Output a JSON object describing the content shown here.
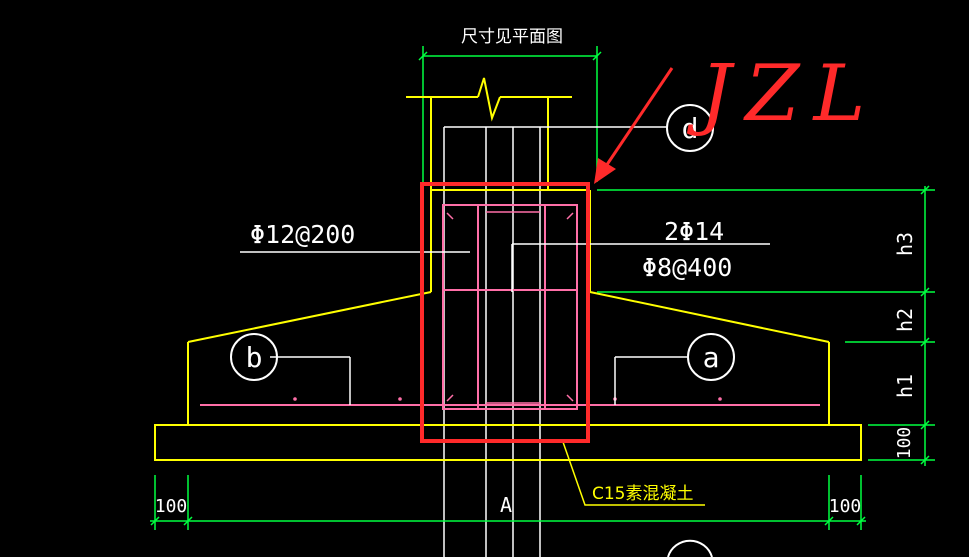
{
  "drawing": {
    "title": "尺寸见平面图",
    "handwritten_note": "JZL",
    "rebar_left": "Φ12@200",
    "rebar_right_top": "2Φ14",
    "rebar_right_bottom": "Φ8@400",
    "callouts": {
      "d": "d",
      "b": "b",
      "a": "a"
    },
    "dims_right": {
      "h3": "h3",
      "h2": "h2",
      "h1": "h1",
      "bottom": "100"
    },
    "dims_bottom": {
      "left": "100",
      "right": "100",
      "mid": "A"
    },
    "concrete_note": "C15素混凝土",
    "colors": {
      "background": "#000000",
      "outline": "#ffff00",
      "rebar": "#ff6fa8",
      "dimension": "#00ff40",
      "annotation": "#ff2a2a",
      "text": "#ffffff"
    }
  }
}
